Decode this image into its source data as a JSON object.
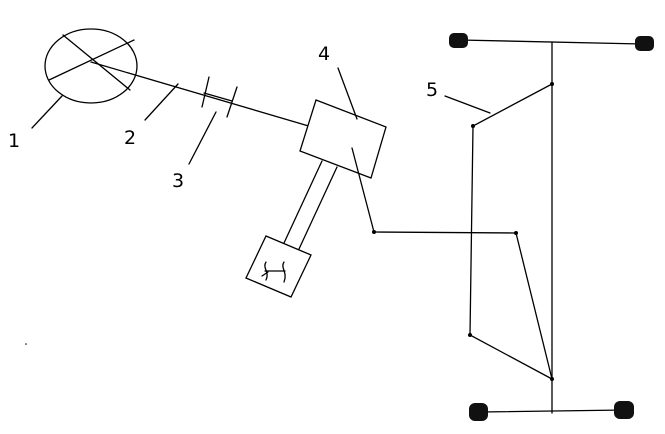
{
  "labels": {
    "one": "1",
    "two": "2",
    "three": "3",
    "four": "4",
    "five": "5"
  },
  "colors": {
    "line": "#000000",
    "wheel": "#111111",
    "background": "#ffffff"
  }
}
